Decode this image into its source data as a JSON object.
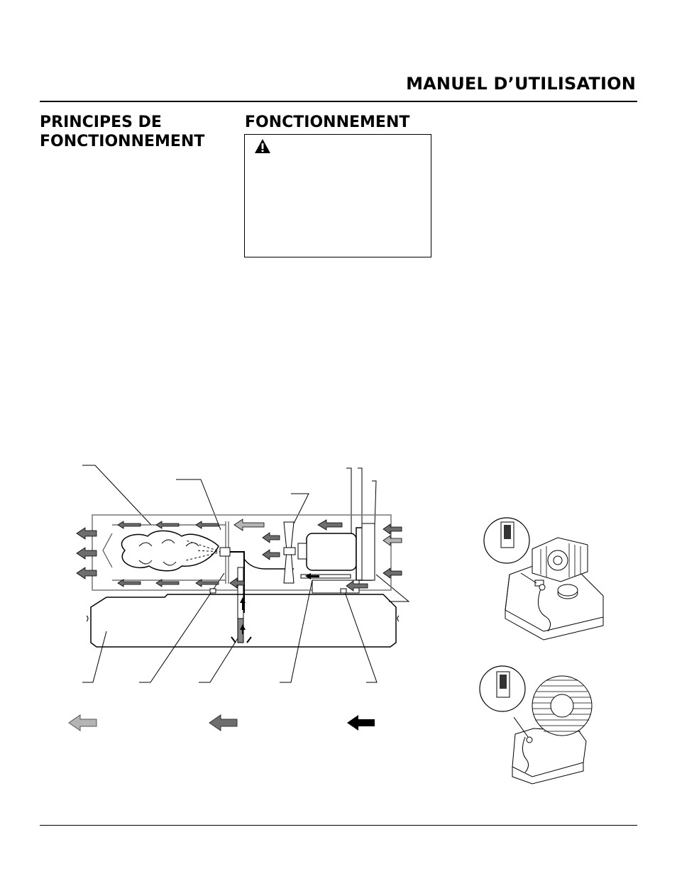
{
  "header": {
    "title": "MANUEL D’UTILISATION"
  },
  "sections": {
    "left_heading_line1": "PRINCIPES DE",
    "left_heading_line2": "FONCTIONNEMENT",
    "mid_heading": "FONCTIONNEMENT"
  },
  "warning": {
    "icon": "warning-triangle-icon"
  },
  "colors": {
    "ink": "#000000",
    "arrow_light": "#b4b4b4",
    "arrow_medium": "#6e6e6e",
    "arrow_dark": "#000000"
  },
  "figures": {
    "diagram": "heater-airflow-diagram",
    "photo_top": "heater-switch-illustration-top",
    "photo_bottom": "heater-switch-illustration-bottom"
  }
}
